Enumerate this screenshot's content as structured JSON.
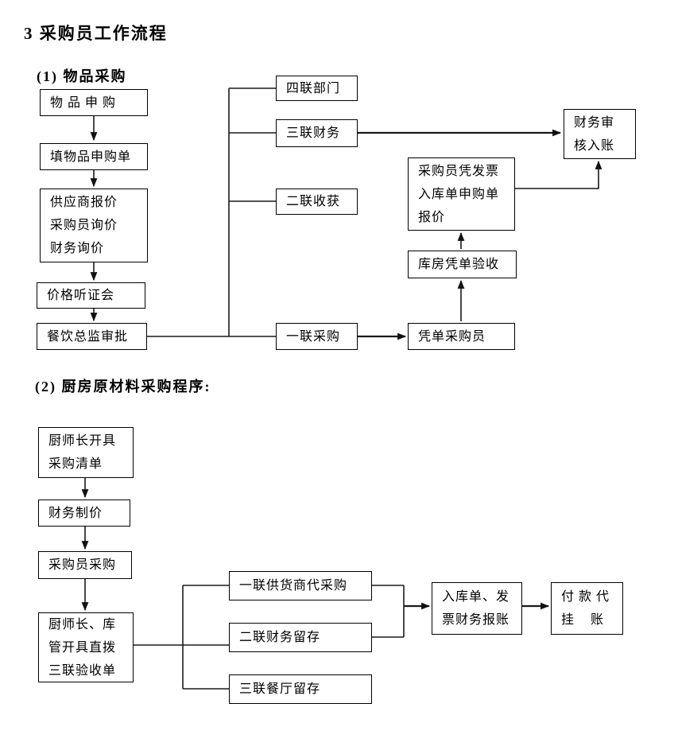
{
  "title": "3 采购员工作流程",
  "colors": {
    "line": "#1a1a1a",
    "box_border": "#000000",
    "background": "#ffffff"
  },
  "s1": {
    "heading": "(1) 物品采购",
    "boxes": {
      "item_request": "物 品 申 购",
      "fill_form": "填物品申购单",
      "quotes": "供应商报价\n采购员询价\n财务询价",
      "price_hearing": "价格听证会",
      "director_approval": "餐饮总监审批",
      "copy4_dept": "四联部门",
      "copy3_finance": "三联财务",
      "copy2_receive": "二联收获",
      "copy1_purchase": "一联采购",
      "finance_audit": "财务审\n核入账",
      "buyer_docs": "采购员凭发票\n入库单申购单\n报价",
      "warehouse_check": "库房凭单验收",
      "voucher_buyer": "凭单采购员"
    },
    "edges": [
      {
        "from": "item_request",
        "to": "fill_form",
        "arrow": true
      },
      {
        "from": "fill_form",
        "to": "quotes",
        "arrow": true
      },
      {
        "from": "quotes",
        "to": "price_hearing",
        "arrow": true
      },
      {
        "from": "price_hearing",
        "to": "director_approval",
        "arrow": true
      },
      {
        "from": "director_approval",
        "to": [
          "copy4_dept",
          "copy3_finance",
          "copy2_receive",
          "copy1_purchase"
        ],
        "arrow": false
      },
      {
        "from": "copy3_finance",
        "to": "finance_audit",
        "arrow": true
      },
      {
        "from": "copy1_purchase",
        "to": "voucher_buyer",
        "arrow": true
      },
      {
        "from": "voucher_buyer",
        "to": "warehouse_check",
        "arrow": true
      },
      {
        "from": "warehouse_check",
        "to": "buyer_docs",
        "arrow": true
      },
      {
        "from": "buyer_docs",
        "to": "finance_audit",
        "arrow": true
      }
    ]
  },
  "s2": {
    "heading": "(2) 厨房原材料采购程序:",
    "boxes": {
      "chef_list": "厨师长开具\n采购清单",
      "finance_pricing": "财务制价",
      "buyer_purchase": "采购员采购",
      "chef_warehouse": "厨师长、库\n管开具直拨\n三联验收单",
      "copy1_supplier": "一联供货商代采购",
      "copy2_finance_keep": "二联财务留存",
      "copy3_restaurant": "三联餐厅留存",
      "warehouse_invoice": "入库单、发\n票财务报账",
      "payment_credit": "付 款 代\n挂    账"
    },
    "edges": [
      {
        "from": "chef_list",
        "to": "finance_pricing",
        "arrow": true
      },
      {
        "from": "finance_pricing",
        "to": "buyer_purchase",
        "arrow": true
      },
      {
        "from": "buyer_purchase",
        "to": "chef_warehouse",
        "arrow": true
      },
      {
        "from": "chef_warehouse",
        "to": [
          "copy1_supplier",
          "copy2_finance_keep",
          "copy3_restaurant"
        ],
        "arrow": false
      },
      {
        "from": [
          "copy1_supplier",
          "copy2_finance_keep"
        ],
        "to": "warehouse_invoice",
        "arrow": true
      },
      {
        "from": "warehouse_invoice",
        "to": "payment_credit",
        "arrow": true
      }
    ]
  }
}
